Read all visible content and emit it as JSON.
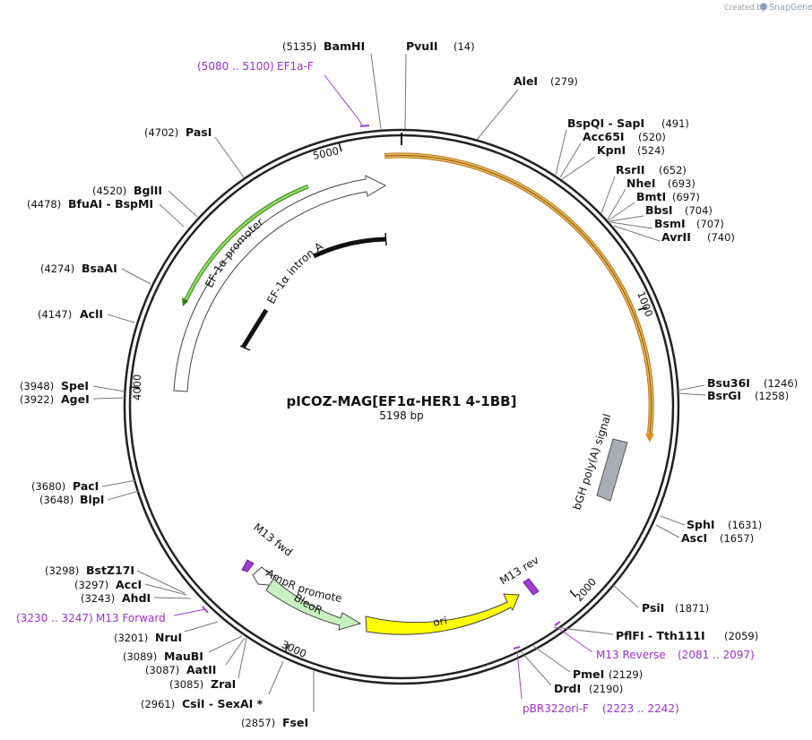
{
  "map": {
    "name": "pICOZ-MAG[EF1α-HER1 4-1BB]",
    "length_label": "5198 bp",
    "credit_prefix": "Created by",
    "credit_brand": "SnapGene"
  },
  "ticks": [
    "1000",
    "2000",
    "3000",
    "4000",
    "5000"
  ],
  "features": {
    "ef1a_promoter": "EF-1α promoter",
    "ef1a_intron": "EF-1α intron A",
    "bgh_polya": "bGH poly(A) signal",
    "m13_fwd": "M13 fwd",
    "ampr_promoter": "AmpR promoter",
    "bleor": "BleoR",
    "ori": "ori",
    "m13_rev": "M13 rev"
  },
  "sites": [
    {
      "name": "BamHI",
      "pos": "(5135)"
    },
    {
      "name": "PvuII",
      "pos": "(14)"
    },
    {
      "name": "AleI",
      "pos": "(279)"
    },
    {
      "name": "BspQI - SapI",
      "pos": "(491)"
    },
    {
      "name": "Acc65I",
      "pos": "(520)"
    },
    {
      "name": "KpnI",
      "pos": "(524)"
    },
    {
      "name": "RsrII",
      "pos": "(652)"
    },
    {
      "name": "NheI",
      "pos": "(693)"
    },
    {
      "name": "BmtI",
      "pos": "(697)"
    },
    {
      "name": "BbsI",
      "pos": "(704)"
    },
    {
      "name": "BsmI",
      "pos": "(707)"
    },
    {
      "name": "AvrII",
      "pos": "(740)"
    },
    {
      "name": "Bsu36I",
      "pos": "(1246)"
    },
    {
      "name": "BsrGI",
      "pos": "(1258)"
    },
    {
      "name": "SphI",
      "pos": "(1631)"
    },
    {
      "name": "AscI",
      "pos": "(1657)"
    },
    {
      "name": "PsiI",
      "pos": "(1871)"
    },
    {
      "name": "PflFI - Tth111I",
      "pos": "(2059)"
    },
    {
      "name": "PmeI",
      "pos": "(2129)"
    },
    {
      "name": "DrdI",
      "pos": "(2190)"
    },
    {
      "name": "FseI",
      "pos": "(2857)"
    },
    {
      "name": "CsiI - SexAI *",
      "pos": "(2961)"
    },
    {
      "name": "ZraI",
      "pos": "(3085)"
    },
    {
      "name": "AatII",
      "pos": "(3087)"
    },
    {
      "name": "MauBI",
      "pos": "(3089)"
    },
    {
      "name": "NruI",
      "pos": "(3201)"
    },
    {
      "name": "AhdI",
      "pos": "(3243)"
    },
    {
      "name": "AccI",
      "pos": "(3297)"
    },
    {
      "name": "BstZ17I",
      "pos": "(3298)"
    },
    {
      "name": "BlpI",
      "pos": "(3648)"
    },
    {
      "name": "PacI",
      "pos": "(3680)"
    },
    {
      "name": "AgeI",
      "pos": "(3922)"
    },
    {
      "name": "SpeI",
      "pos": "(3948)"
    },
    {
      "name": "AclI",
      "pos": "(4147)"
    },
    {
      "name": "BsaAI",
      "pos": "(4274)"
    },
    {
      "name": "BfuAI - BspMI",
      "pos": "(4478)"
    },
    {
      "name": "BglII",
      "pos": "(4520)"
    },
    {
      "name": "PasI",
      "pos": "(4702)"
    }
  ],
  "primers": [
    {
      "name": "EF1a-F",
      "range": "(5080 .. 5100)"
    },
    {
      "name": "M13 Reverse",
      "range": "(2081 .. 2097)"
    },
    {
      "name": "pBR322ori-F",
      "range": "(2223 .. 2242)"
    },
    {
      "name": "M13 Forward",
      "range": "(3230 .. 3247)"
    }
  ],
  "colors": {
    "backbone": "#333333",
    "orf": "#f0a020",
    "promoter_fill": "#ffffff",
    "promoter_green": "#5cb82e",
    "intron": "#111111",
    "polya": "#a8adb5",
    "bleor": "#c8f0c0",
    "ori": "#ffff00",
    "primer": "#a040d0"
  }
}
